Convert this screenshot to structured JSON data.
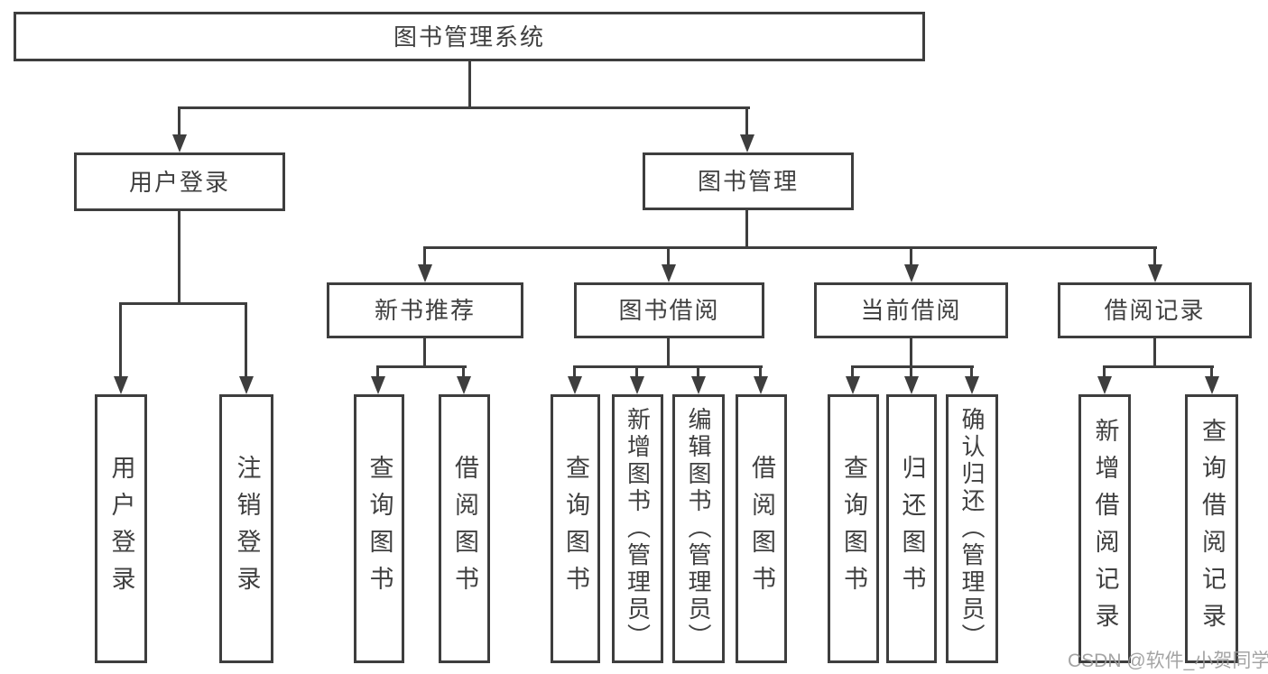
{
  "nodes": {
    "root": {
      "label": "图书管理系统"
    },
    "level2": [
      {
        "label": "用户登录"
      },
      {
        "label": "图书管理"
      }
    ],
    "level3": [
      {
        "label": "新书推荐"
      },
      {
        "label": "图书借阅"
      },
      {
        "label": "当前借阅"
      },
      {
        "label": "借阅记录"
      }
    ],
    "leaves": [
      {
        "label": "用户登录"
      },
      {
        "label": "注销登录"
      },
      {
        "label": "查询图书"
      },
      {
        "label": "借阅图书"
      },
      {
        "label": "查询图书"
      },
      {
        "label": "新增图书（管理员）"
      },
      {
        "label": "编辑图书（管理员）"
      },
      {
        "label": "借阅图书"
      },
      {
        "label": "查询图书"
      },
      {
        "label": "归还图书"
      },
      {
        "label": "确认归还（管理员）"
      },
      {
        "label": "新增借阅记录"
      },
      {
        "label": "查询借阅记录"
      }
    ]
  },
  "watermark": {
    "text": "CSDN @软件_小贺同学"
  },
  "colors": {
    "line": "#3e3e3e",
    "text": "#404040",
    "watermark": "#9b9b9b",
    "background": "#ffffff"
  }
}
